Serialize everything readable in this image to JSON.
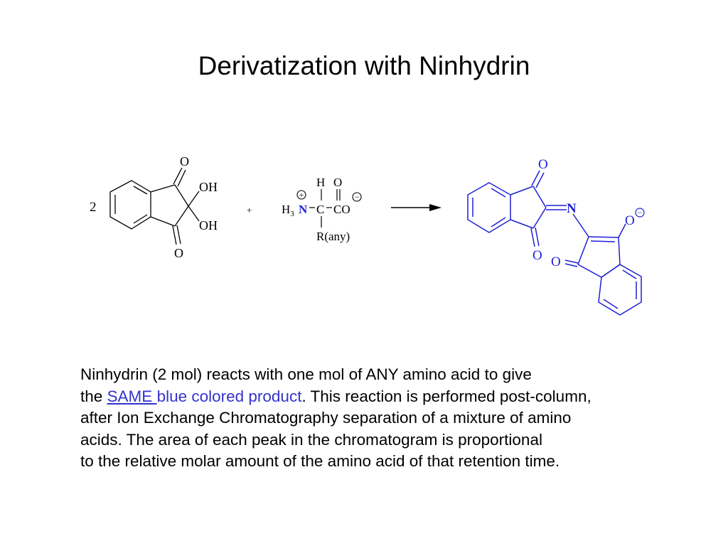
{
  "slide": {
    "title": "Derivatization with Ninhydrin"
  },
  "reaction": {
    "reactant1": {
      "coefficient": "2",
      "atom_o_top": "O",
      "atom_o_bottom": "O",
      "oh_top": "OH",
      "oh_bottom": "OH"
    },
    "plus": "+",
    "reactant2": {
      "h_label": "H",
      "o_label": "O",
      "h3": "H",
      "h3_sub": "3",
      "n_label": "N",
      "c_label": "C",
      "co_label": "CO",
      "r_label": "R(any)",
      "positive_charge": "+",
      "negative_charge": "−"
    },
    "product": {
      "o_top": "O",
      "o_middle": "O",
      "o_left": "O",
      "n_label": "N",
      "o_right": "O",
      "negative_charge": "−"
    }
  },
  "paragraph": {
    "line1": "Ninhydrin (2 mol) reacts with one mol of ANY amino acid to give",
    "line2_prefix": "the ",
    "line2_same": "SAME ",
    "line2_blue": "blue colored product",
    "line2_suffix": ". This reaction is performed post-column,",
    "line3": "after Ion Exchange Chromatography separation of a mixture of amino",
    "line4": "acids.  The area of each peak in the chromatogram is proportional",
    "line5": "to the relative molar amount of the amino acid of that retention time."
  },
  "colors": {
    "product": "#1f1fd6",
    "link_blue": "#3333cc",
    "text": "#000000"
  }
}
